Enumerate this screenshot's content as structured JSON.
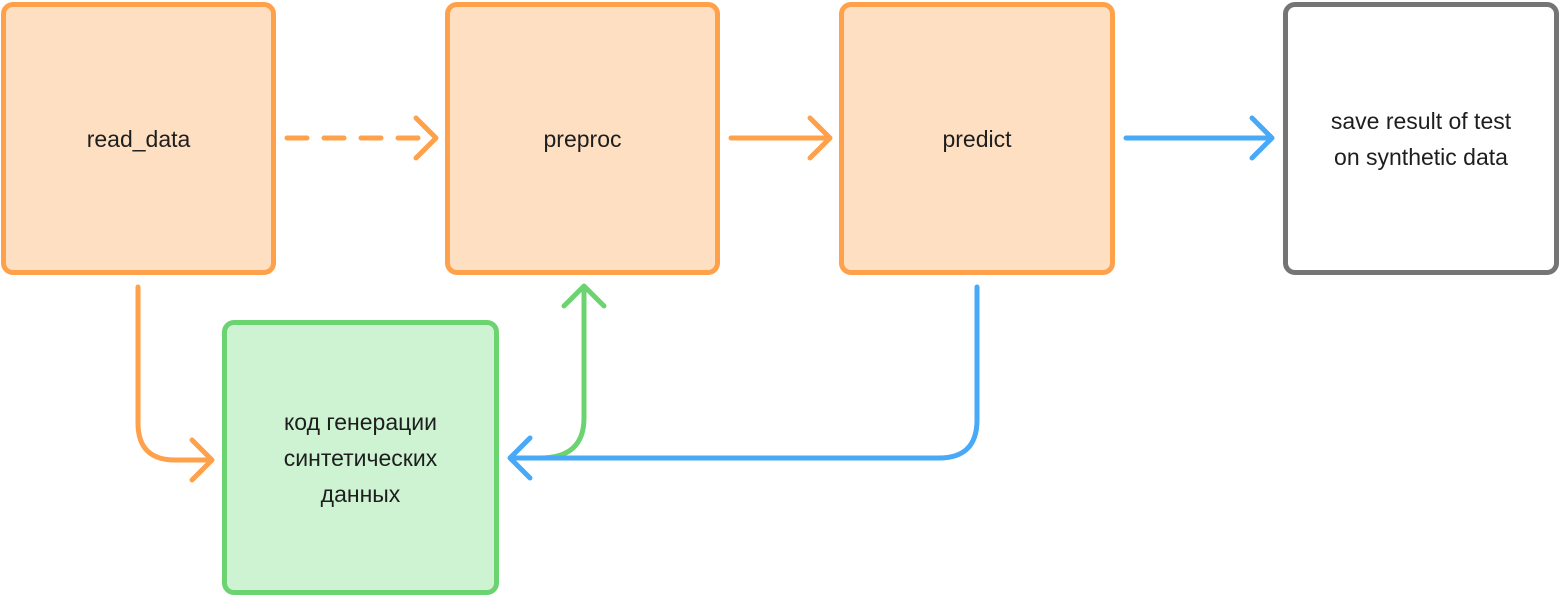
{
  "nodes": {
    "read_data": "read_data",
    "preproc": "preproc",
    "predict": "predict",
    "save_result": "save result of test\non synthetic data",
    "generation_code": "код генерации\nсинтетических\nданных"
  },
  "colors": {
    "orange_fill": "#ffdfc1",
    "orange_stroke": "#ffa04a",
    "green_fill": "#cdf3d3",
    "green_stroke": "#6cd371",
    "blue_stroke": "#47a9f7",
    "gray_stroke": "#757575"
  },
  "edges": [
    {
      "from": "read_data",
      "to": "preproc",
      "style": "dashed",
      "color": "orange"
    },
    {
      "from": "preproc",
      "to": "predict",
      "style": "solid",
      "color": "orange"
    },
    {
      "from": "predict",
      "to": "save_result",
      "style": "solid",
      "color": "blue"
    },
    {
      "from": "read_data",
      "to": "generation_code",
      "style": "solid",
      "color": "orange"
    },
    {
      "from": "generation_code",
      "to": "preproc",
      "style": "solid",
      "color": "green"
    },
    {
      "from": "predict",
      "to": "generation_code",
      "style": "solid",
      "color": "blue"
    }
  ]
}
